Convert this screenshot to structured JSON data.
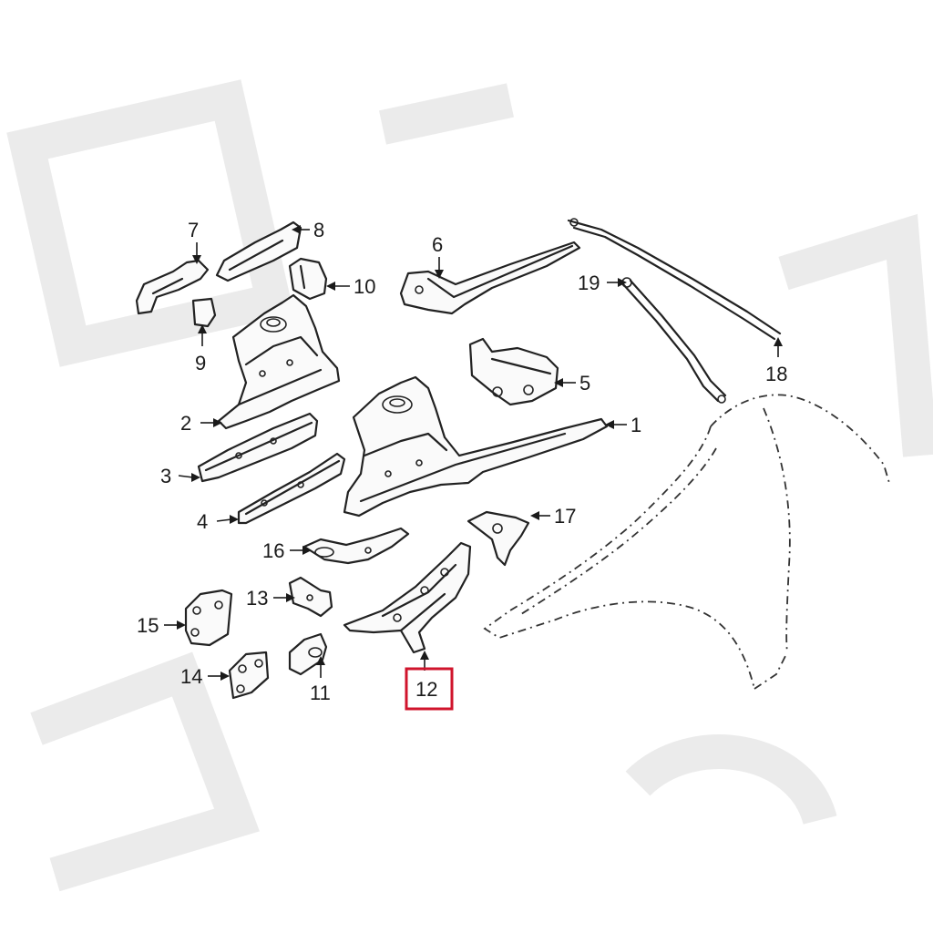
{
  "diagram": {
    "callouts": [
      {
        "id": "c1",
        "label": "1"
      },
      {
        "id": "c2",
        "label": "2"
      },
      {
        "id": "c3",
        "label": "3"
      },
      {
        "id": "c4",
        "label": "4"
      },
      {
        "id": "c5",
        "label": "5"
      },
      {
        "id": "c6",
        "label": "6"
      },
      {
        "id": "c7",
        "label": "7"
      },
      {
        "id": "c8",
        "label": "8"
      },
      {
        "id": "c9",
        "label": "9"
      },
      {
        "id": "c10",
        "label": "10"
      },
      {
        "id": "c11",
        "label": "11"
      },
      {
        "id": "c12",
        "label": "12",
        "highlighted": true
      },
      {
        "id": "c13",
        "label": "13"
      },
      {
        "id": "c14",
        "label": "14"
      },
      {
        "id": "c15",
        "label": "15"
      },
      {
        "id": "c16",
        "label": "16"
      },
      {
        "id": "c17",
        "label": "17"
      },
      {
        "id": "c18",
        "label": "18"
      },
      {
        "id": "c19",
        "label": "19"
      }
    ],
    "highlight_color": "#d0142c",
    "line_color": "#222222"
  }
}
